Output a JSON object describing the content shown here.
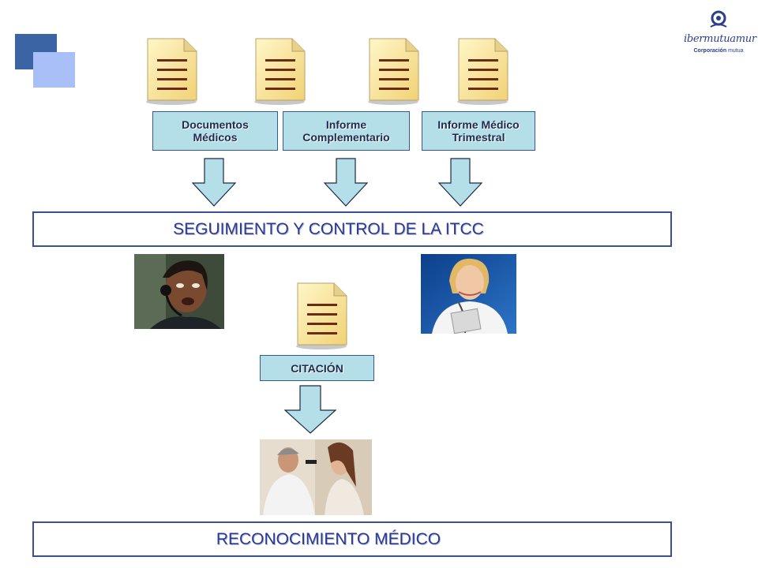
{
  "logo": {
    "name": "ibermutuamur",
    "sub_bold": "Corporación",
    "sub_rest": " mutua"
  },
  "documents": [
    {
      "label": "Documentos\nMédicos"
    },
    {
      "label": "Informe\nComplementario"
    },
    {
      "label": "Informe Médico\nTrimestral"
    }
  ],
  "process_1": "SEGUIMIENTO Y CONTROL DE LA ITCC",
  "citation": {
    "label": "CITACIÓN"
  },
  "process_2": "RECONOCIMIENTO MÉDICO",
  "colors": {
    "label_fill": "#b4dee8",
    "arrow_fill": "#b4dee8",
    "box_text": "#2a3a94",
    "accent_dark": "#3a64a3",
    "accent_light": "#a9bff8"
  }
}
